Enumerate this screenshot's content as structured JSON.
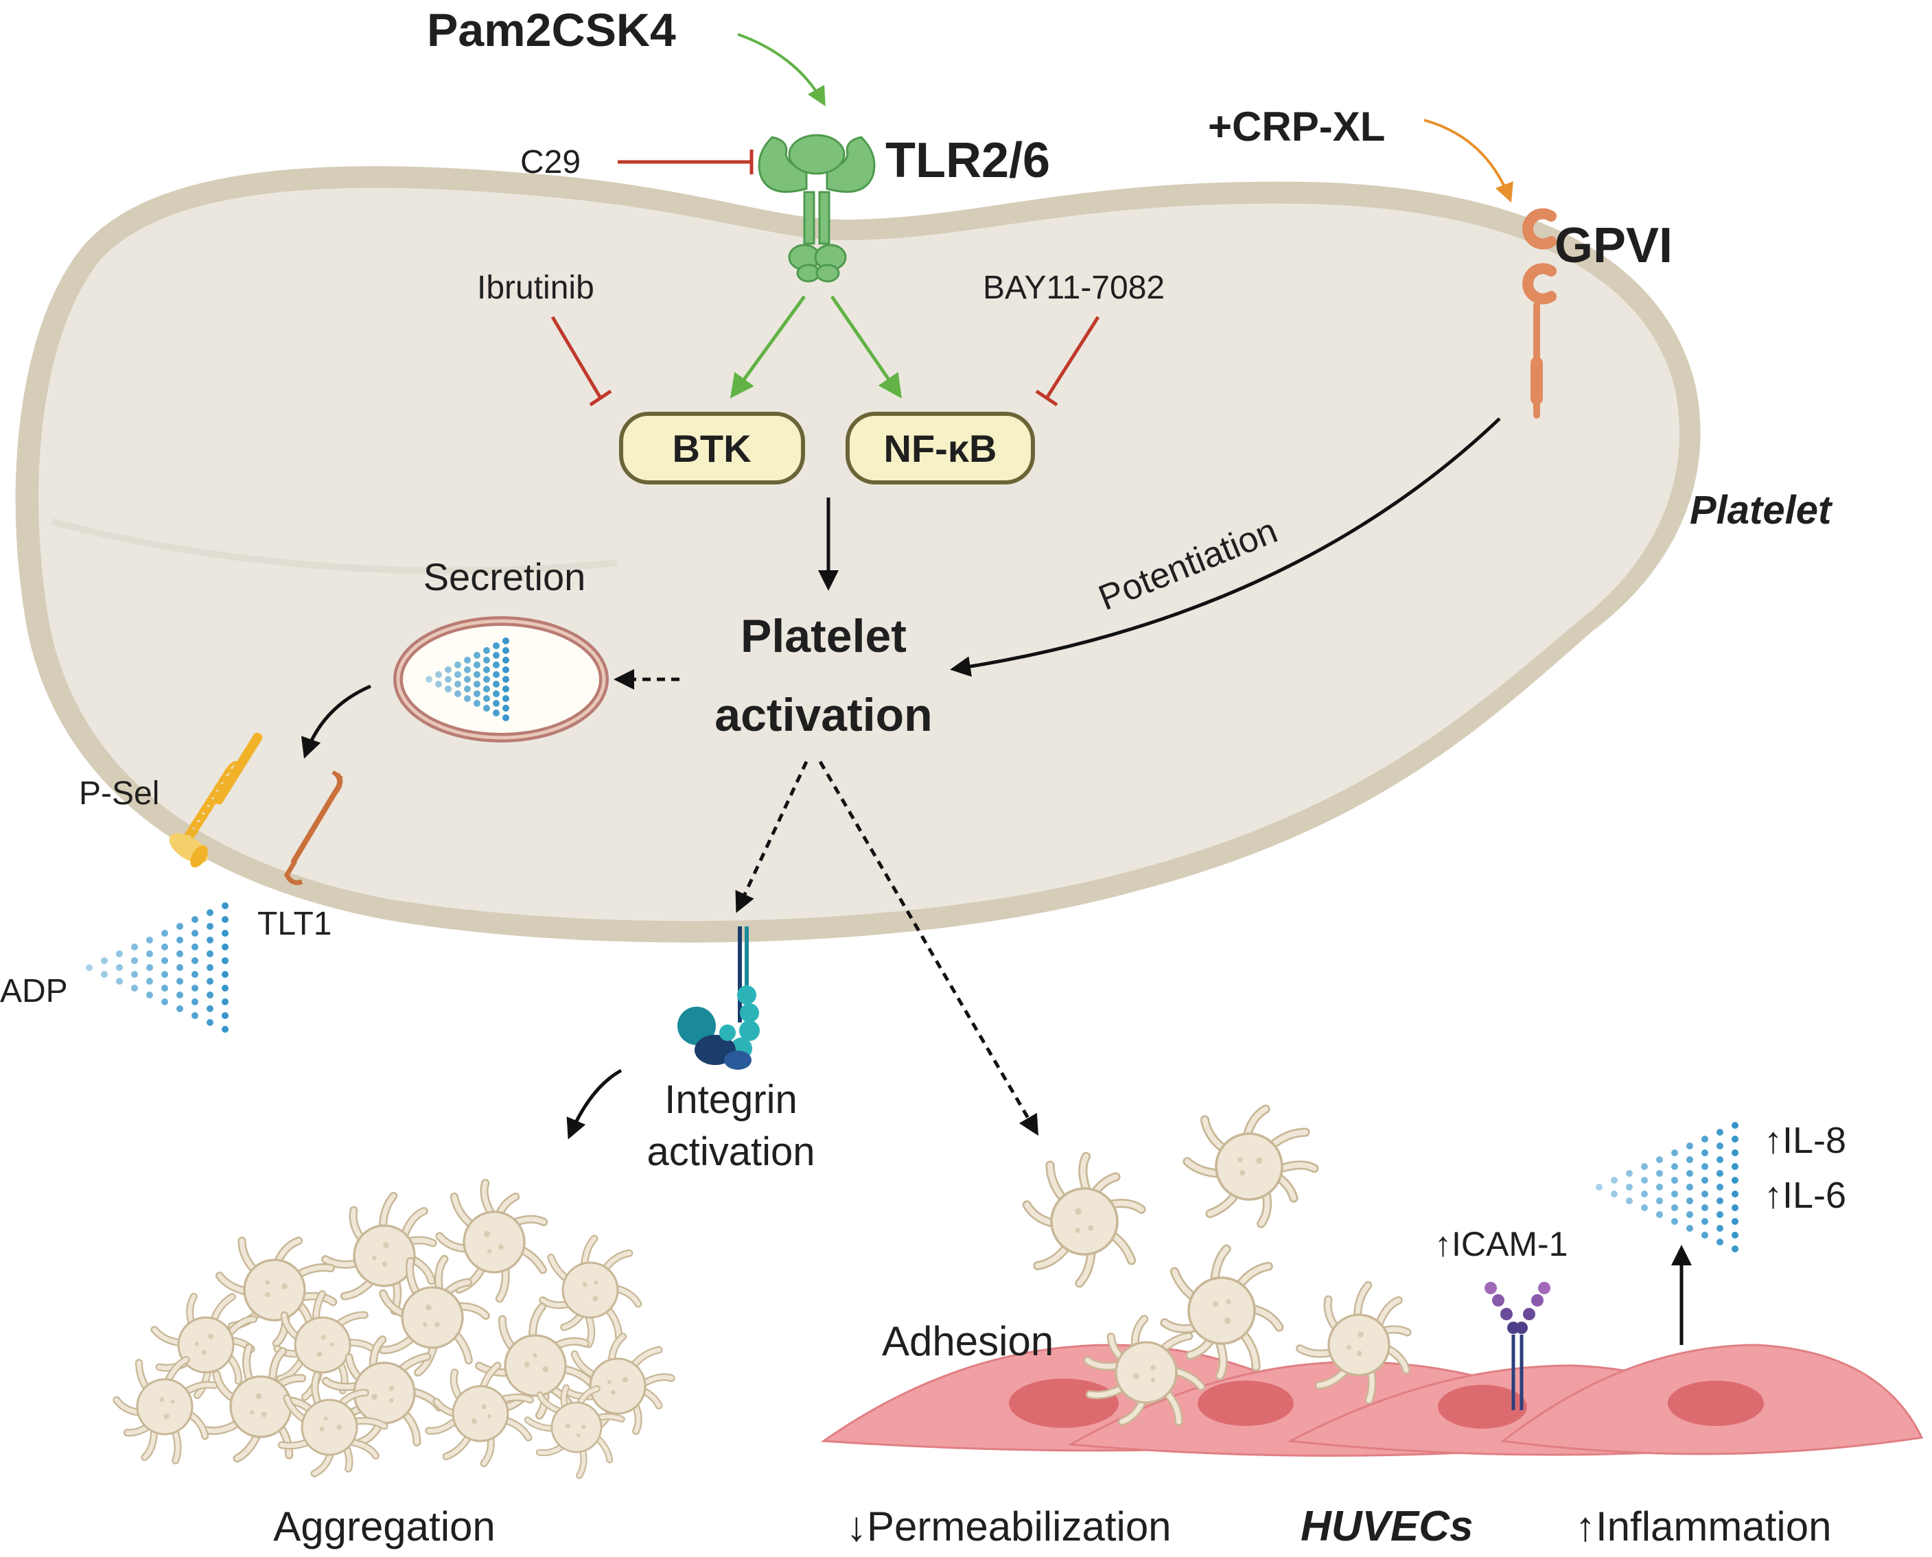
{
  "labels": {
    "pam2csk4": "Pam2CSK4",
    "tlr26": "TLR2/6",
    "c29": "C29",
    "crp_xl": "+CRP-XL",
    "gpvi": "GPVI",
    "ibrutinib": "Ibrutinib",
    "bay": "BAY11-7082",
    "btk": "BTK",
    "nfkb": "NF-κB",
    "platelet": "Platelet",
    "potentiation": "Potentiation",
    "secretion": "Secretion",
    "platelet_activation_line1": "Platelet",
    "platelet_activation_line2": "activation",
    "psel": "P-Sel",
    "tlt1": "TLT1",
    "adp": "ADP",
    "integrin_line1": "Integrin",
    "integrin_line2": "activation",
    "aggregation": "Aggregation",
    "adhesion": "Adhesion",
    "icam1": "↑ICAM-1",
    "il8": "↑IL-8",
    "il6": "↑IL-6",
    "permeabilization": "↓Permeabilization",
    "huvecs": "HUVECs",
    "inflammation": "↑Inflammation"
  },
  "colors": {
    "platelet_fill": "#ebe7df",
    "platelet_rim": "#d6cdb8",
    "activation_arrow": "#62b246",
    "inhibition": "#c0392b",
    "crp_arrow": "#e8912c",
    "gpvi": "#e08a5e",
    "node_fill": "#f7f1c8",
    "node_stroke": "#6b6436",
    "receptor": "#7cc07a",
    "huvec": "#f0a0a3",
    "huvec_nucleus": "#dc6b70",
    "dots": "#2a8ec7",
    "psel": "#f1b22a",
    "tlt1": "#c9703c",
    "icam": "#7a4b9a",
    "integrin": "#1a8a9a",
    "cell_fill": "#efe6d6",
    "cell_stroke": "#c8b797"
  }
}
